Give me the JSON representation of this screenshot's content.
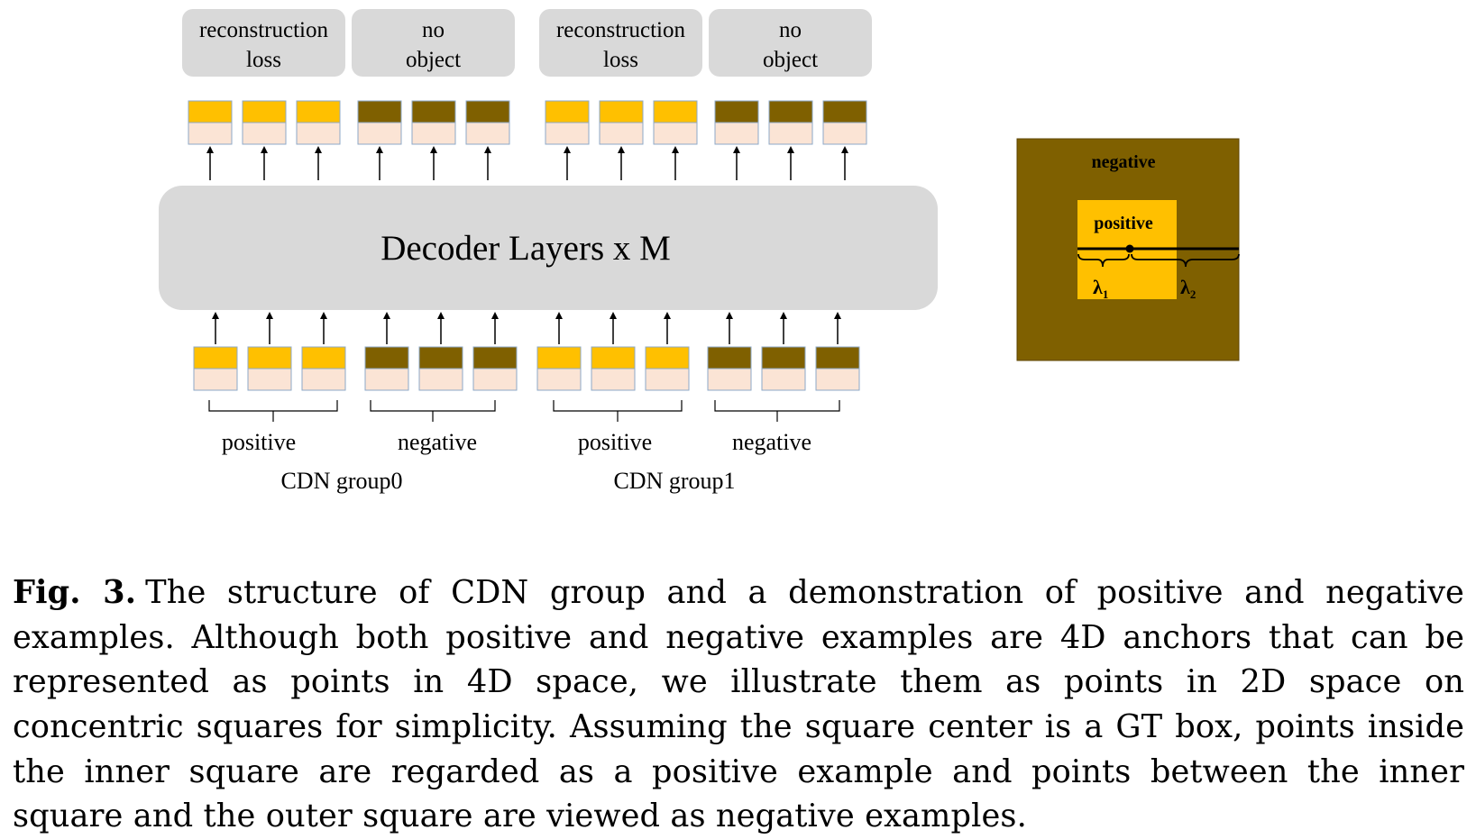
{
  "figure": {
    "top_labels": [
      "reconstruction loss",
      "no object",
      "reconstruction loss",
      "no object"
    ],
    "top_label_lines": [
      [
        "reconstruction",
        "loss"
      ],
      [
        "no",
        "object"
      ],
      [
        "reconstruction",
        "loss"
      ],
      [
        "no",
        "object"
      ]
    ],
    "decoder_label": "Decoder Layers x M",
    "bottom_braces": [
      "positive",
      "negative",
      "positive",
      "negative"
    ],
    "group_labels": [
      "CDN group0",
      "CDN group1"
    ],
    "square_demo": {
      "outer_label": "negative",
      "inner_label": "positive",
      "lambda1": "λ",
      "lambda1_sub": "1",
      "lambda2": "λ",
      "lambda2_sub": "2"
    },
    "colors": {
      "positive": "#FFC000",
      "negative": "#7F6000",
      "query_bottom": "#FBE4D5",
      "decoder_fill": "#D9D9D9",
      "label_box_fill": "#D9D9D9"
    }
  },
  "caption": {
    "label": "Fig. 3.",
    "text": "The structure of CDN group and a demonstration of positive and negative examples. Although both positive and negative examples are 4D anchors that can be represented as points in 4D space, we illustrate them as points in 2D space on concentric squares for simplicity. Assuming the square center is a GT box, points inside the inner square are regarded as a positive example and points between the inner square and the outer square are viewed as negative examples."
  }
}
